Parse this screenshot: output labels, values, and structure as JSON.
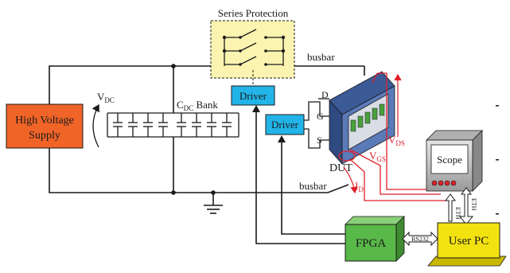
{
  "labels": {
    "series_protection": "Series Protection",
    "busbar_top": "busbar",
    "busbar_bottom": "busbar",
    "hv_supply_line1": "High Voltage",
    "hv_supply_line2": "Supply",
    "vdc_main": "V",
    "vdc_sub": "DC",
    "cdc_main": "C",
    "cdc_sub": "DC",
    "cdc_rest": " Bank",
    "driver_top": "Driver",
    "driver_gate": "Driver",
    "pin_d": "D",
    "pin_g": "G",
    "pin_s": "S",
    "dut": "DUT",
    "vds_main": "V",
    "vds_sub": "DS",
    "vgs_main": "V",
    "vgs_sub": "GS",
    "id_main": "I",
    "id_sub": "D",
    "scope": "Scope",
    "fpga": "FPGA",
    "rs232": "RS232",
    "user_pc": "User PC",
    "eth_1": "ETH",
    "eth_2": "ETH"
  },
  "colors": {
    "line": "#1a1a1a",
    "measurement": "#e0202a",
    "hv_supply_fill": "#f06428",
    "driver_fill": "#22b4e8",
    "fpga_fill": "#58b848",
    "user_pc_fill": "#f2e210",
    "protection_fill": "#fbf4b0",
    "dut_fill": "#5a7ab8",
    "scope_fill": "#c8c8c8"
  }
}
